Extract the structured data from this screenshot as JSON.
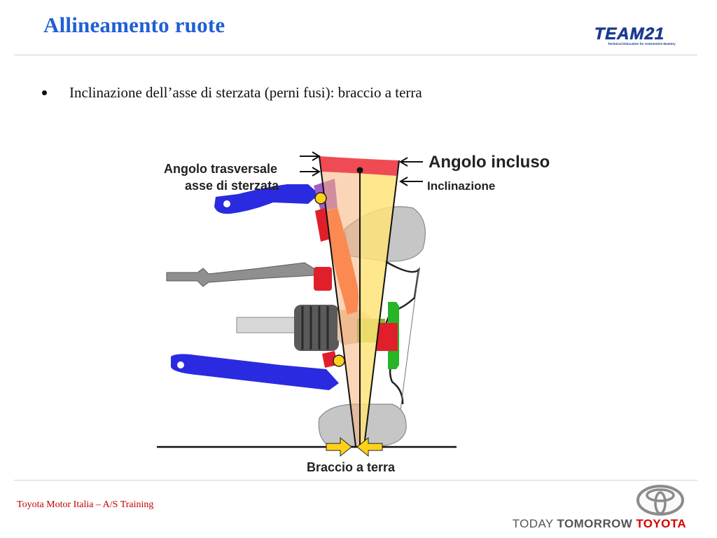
{
  "slide": {
    "title": "Allineamento ruote",
    "bullet": "Inclinazione dell’asse di sterzata (perni fusi): braccio a terra"
  },
  "logo": {
    "team_text": "TEAM21",
    "team_sub": "Technical Education for Automotive Mastery"
  },
  "diagram": {
    "label_angle_transverse_line1": "Angolo trasversale",
    "label_angle_transverse_line2": "asse di sterzata",
    "label_included_angle": "Angolo incluso",
    "label_inclination": "Inclinazione",
    "label_scrub_radius": "Braccio a terra"
  },
  "footer": {
    "left": "Toyota Motor Italia – A/S Training",
    "slogan_today": "TODAY",
    "slogan_tomorrow": "TOMORROW",
    "slogan_toyota": "TOYOTA"
  },
  "colors": {
    "title_blue": "#1f5fd6",
    "footer_red": "#c00000",
    "toyota_red": "#d50000"
  }
}
